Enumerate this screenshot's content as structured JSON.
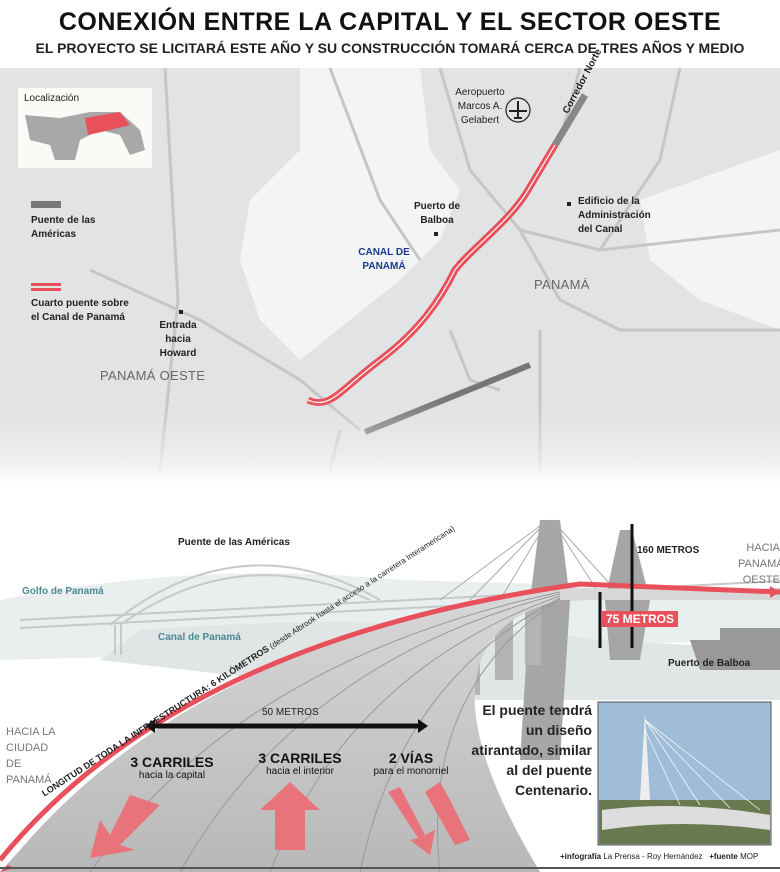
{
  "header": {
    "title": "CONEXIÓN ENTRE LA CAPITAL Y EL SECTOR OESTE",
    "subtitle": "EL PROYECTO SE LICITARÁ ESTE AÑO Y SU CONSTRUCCIÓN TOMARÁ CERCA DE TRES AÑOS Y MEDIO"
  },
  "colors": {
    "route": "#e8505b",
    "bridge": "#777777",
    "land": "#e2e3e4",
    "water": "#f3f4f4",
    "canal_text": "#1a3a8a"
  },
  "map": {
    "inset_label": "Localización",
    "legend": [
      {
        "label": "Puente de las Américas",
        "swatch": "gray-bar"
      },
      {
        "label": "Cuarto puente sobre el Canal de Panamá",
        "swatch": "red-double-line"
      }
    ],
    "labels": {
      "howard": "Entrada hacia Howard",
      "panama_oeste": "PANAMÁ OESTE",
      "canal": "CANAL DE PANAMÁ",
      "balboa": "Puerto de Balboa",
      "airport": "Aeropuerto Marcos A. Gelabert",
      "corredor": "Corredor Norte",
      "admin": "Edificio de la Administración del Canal",
      "panama": "PANAMÁ"
    },
    "icons": [
      "airplane-icon",
      "building-marker-icon"
    ]
  },
  "diagram": {
    "puente_americas": "Puente de las Américas",
    "golfo": "Golfo de Panamá",
    "canal": "Canal de Panamá",
    "length_bold": "LONGITUD DE TODA LA INFRAESTRUCTURA: 6 KILÓMETROS",
    "length_note": "(desde Albrook hasta el acceso a la carretera Interamericana)",
    "width": "50 METROS",
    "height_tower": "160 METROS",
    "height_deck": "75 METROS",
    "hacia_oeste": "HACIA PANAMÁ OESTE",
    "hacia_ciudad": "HACIA LA CIUDAD DE PANAMÁ",
    "puerto_balboa": "Puerto de Balboa",
    "lanes": [
      {
        "title": "3 CARRILES",
        "sub": "hacia la capital"
      },
      {
        "title": "3 CARRILES",
        "sub": "hacia el interior"
      },
      {
        "title": "2 VÍAS",
        "sub": "para el monorriel"
      }
    ],
    "caption": "El puente tendrá un diseño atirantado, similar al del puente Centenario."
  },
  "credits": {
    "infografia_label": "+infografía",
    "infografia": "La Prensa - Roy Hernández",
    "fuente_label": "+fuente",
    "fuente": "MOP"
  }
}
